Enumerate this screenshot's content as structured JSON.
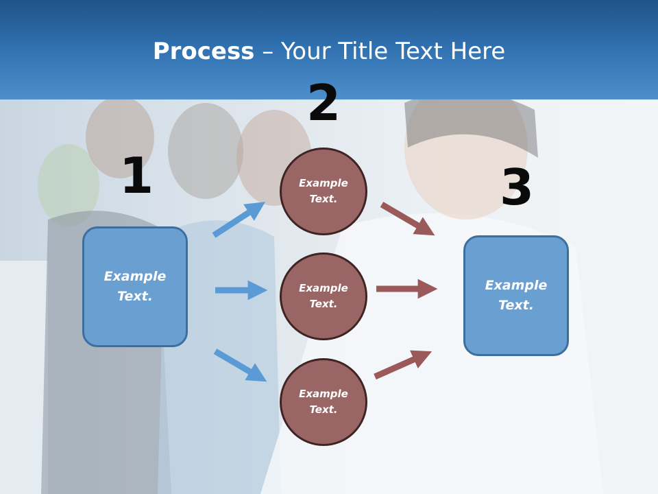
{
  "slide": {
    "title_bold": "Process",
    "title_rest": " – Your Title Text Here"
  },
  "colors": {
    "title_bar": "#2f6fae",
    "box_fill": "#6a9fd2",
    "box_border": "#3d6f9e",
    "circle_fill": "#9a6565",
    "circle_border": "#3f2424",
    "arrow_blue": "#5b9bd5",
    "arrow_brown": "#9a5a5a"
  },
  "steps": {
    "one": "1",
    "two": "2",
    "three": "3"
  },
  "nodes": {
    "left_box": "Example Text.",
    "circle_top": "Example Text.",
    "circle_middle": "Example Text.",
    "circle_bottom": "Example Text.",
    "right_box": "Example Text."
  }
}
